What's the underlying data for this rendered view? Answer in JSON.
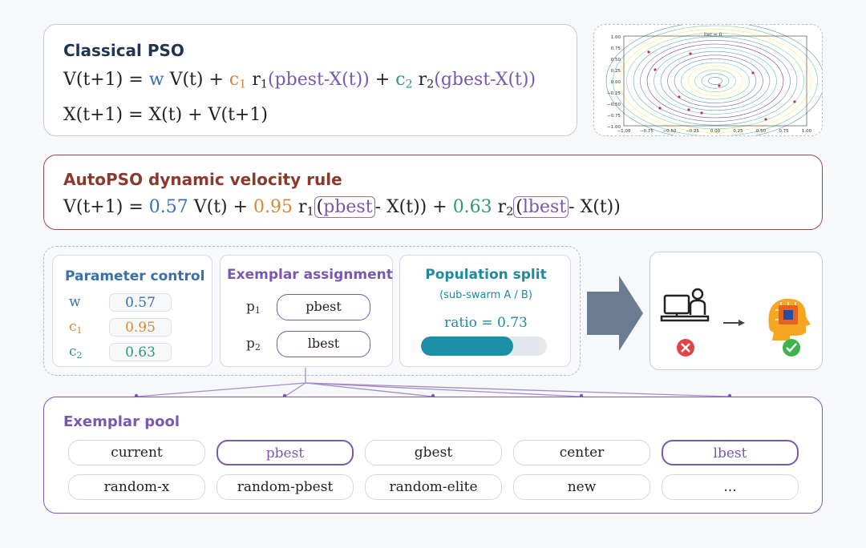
{
  "classical": {
    "title": "Classical PSO",
    "eq1": {
      "lhs": "V(t+1) = ",
      "w": "w",
      "p1": " V(t) + ",
      "c1": "c",
      "c1_sub": "1",
      "r1": " r",
      "r1_sub": "1",
      "pb": "(pbest-X(t))",
      "p2": " + ",
      "c2": "c",
      "c2_sub": "2",
      "r2": " r",
      "r2_sub": "2",
      "gb": "(gbest-X(t))"
    },
    "eq2": "X(t+1) = X(t) + V(t+1)"
  },
  "contour": {
    "iter_label": "iter = 0",
    "yticks": [
      "1.00",
      "0.75",
      "0.50",
      "0.25",
      "0.00",
      "−0.25",
      "−0.50",
      "−0.75",
      "−1.00"
    ],
    "xticks": [
      "−1.00",
      "−0.75",
      "−0.50",
      "−0.25",
      "0.00",
      "0.25",
      "0.50",
      "0.75",
      "1.00"
    ]
  },
  "autopso": {
    "title": "AutoPSO dynamic velocity rule",
    "eq": {
      "lhs": "V(t+1) = ",
      "w": "0.57",
      "p1": " V(t) + ",
      "c1": "0.95",
      "r1": " r",
      "r1_sub": "1",
      "op1": "(",
      "pb": "pbest",
      "m1": "- X(t)) + ",
      "c2": "0.63",
      "r2": " r",
      "r2_sub": "2",
      "op2": "(",
      "lb": "lbest",
      "m2": "- X(t))"
    }
  },
  "param": {
    "title": "Parameter control",
    "rows": [
      {
        "name": "w",
        "sub": "",
        "value": "0.57"
      },
      {
        "name": "c",
        "sub": "1",
        "value": "0.95"
      },
      {
        "name": "c",
        "sub": "2",
        "value": "0.63"
      }
    ]
  },
  "exemplar": {
    "title": "Exemplar assignment",
    "rows": [
      {
        "name": "p",
        "sub": "1",
        "value": "pbest"
      },
      {
        "name": "p",
        "sub": "2",
        "value": "lbest"
      }
    ]
  },
  "split": {
    "title": "Population split",
    "subtitle": "(sub-swarm A / B)",
    "ratio_text": "ratio = 0.73",
    "ratio": 0.73
  },
  "pool": {
    "title": "Exemplar pool",
    "row1": [
      "current",
      "pbest",
      "gbest",
      "center",
      "lbest"
    ],
    "row2": [
      "random-x",
      "random-pbest",
      "random-elite",
      "new",
      "..."
    ]
  },
  "colors": {
    "blue": "#3a6fb0",
    "orange": "#d4893a",
    "green": "#2e9a6c",
    "purple": "#7a58b0",
    "brown": "#8a3a2c",
    "navy": "#1f3550",
    "teal": "#1f8a9e",
    "arrow": "#6b7b91"
  }
}
